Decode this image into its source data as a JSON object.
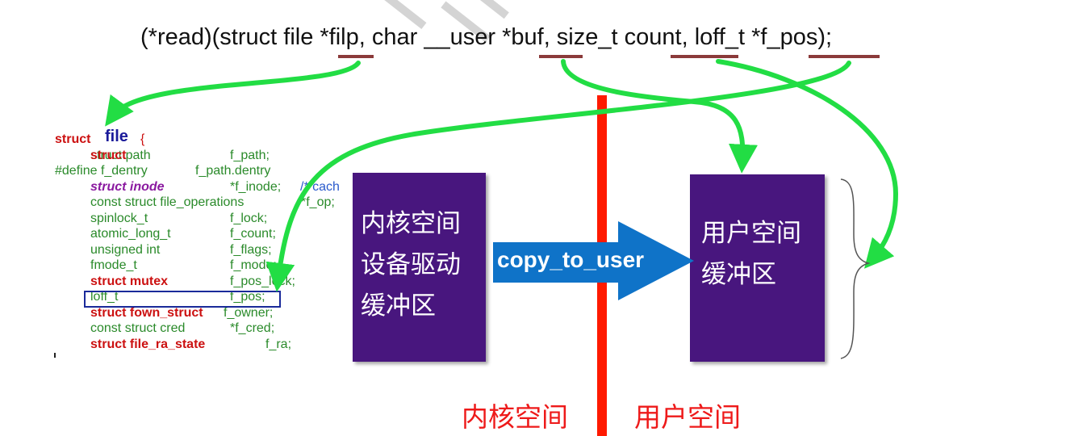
{
  "signature": {
    "prefix": "(*read)(struct file ",
    "filp": "*filp",
    "sep1": ", char __user ",
    "buf": "*buf",
    "sep2": ", size_t ",
    "count": "count",
    "sep3": ", loff_t ",
    "f_pos": "*f_pos",
    "suffix": ");"
  },
  "struct_code": {
    "line1": {
      "kw": "struct",
      "name": "file",
      "brace": "{"
    },
    "lines": [
      {
        "type": "struct path",
        "field": "f_path;"
      },
      {
        "type": "#define f_dentry",
        "field": "f_path.dentry"
      },
      {
        "type": "struct inode",
        "field": "*f_inode;",
        "comment": "/* cach"
      },
      {
        "type": "const struct file_operations",
        "field": "*f_op;"
      },
      {
        "type": "spinlock_t",
        "field": "f_lock;"
      },
      {
        "type": "atomic_long_t",
        "field": "f_count;"
      },
      {
        "type": "unsigned int",
        "field": "f_flags;"
      },
      {
        "type": "fmode_t",
        "field": "f_mode;"
      },
      {
        "type": "struct mutex",
        "field": "f_pos_lock;"
      },
      {
        "type": "loff_t",
        "field": "f_pos;"
      },
      {
        "type": "struct fown_struct",
        "field": "f_owner;"
      },
      {
        "type": "const struct cred",
        "field": "*f_cred;"
      },
      {
        "type": "struct file_ra_state",
        "field": "f_ra;"
      }
    ]
  },
  "kernel_box": {
    "line1": "内核空间",
    "line2": "设备驱动",
    "line3": "缓冲区"
  },
  "user_box": {
    "line1": "用户空间",
    "line2": "缓冲区"
  },
  "transfer_arrow_label": "copy_to_user",
  "regions": {
    "kernel": "内核空间",
    "user": "用户空间"
  },
  "colors": {
    "box_fill": "#48167e",
    "arrow_fill": "#0f73c8",
    "connector": "#22dd44",
    "divider": "#ff1a00",
    "region_label": "#ee1a1a",
    "underline": "#8b3a3a"
  }
}
